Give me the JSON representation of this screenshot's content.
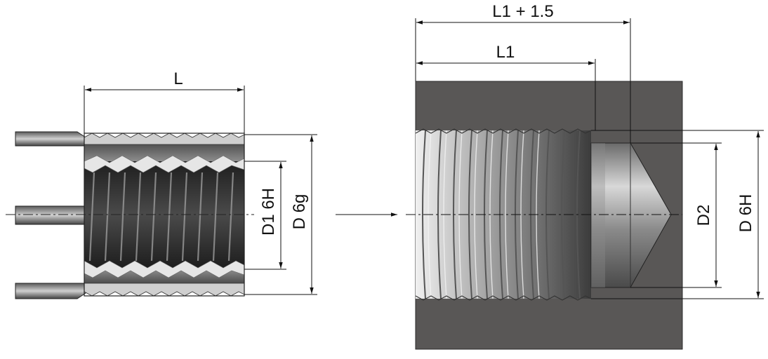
{
  "labels": {
    "insert_length": "L",
    "inner_diameter": "D1 6H",
    "outer_diameter": "D 6g",
    "hole_depth_plus": "L1 + 1.5",
    "hole_depth": "L1",
    "drill_diameter": "D2",
    "hole_thread": "D 6H"
  },
  "colors": {
    "block": "#595756",
    "dimension_line": "#111111",
    "metal_light": "#e2e2e2",
    "metal_dark": "#2e2e2e"
  }
}
